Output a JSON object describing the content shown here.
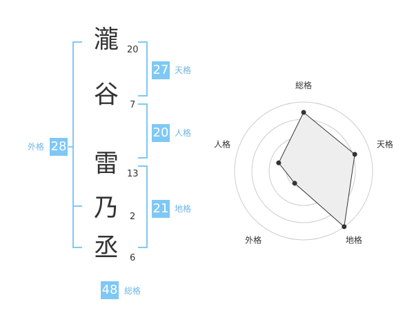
{
  "name": {
    "chars": [
      {
        "char": "瀧",
        "strokes": "20"
      },
      {
        "char": "谷",
        "strokes": "7"
      },
      {
        "char": "雷",
        "strokes": "13"
      },
      {
        "char": "乃",
        "strokes": "2"
      },
      {
        "char": "丞",
        "strokes": "6"
      }
    ]
  },
  "fortunes": {
    "tenkaku": {
      "value": "27",
      "label": "天格"
    },
    "jinkaku": {
      "value": "20",
      "label": "人格"
    },
    "chikaku": {
      "value": "21",
      "label": "地格"
    },
    "gaikaku": {
      "value": "28",
      "label": "外格"
    },
    "soukaku": {
      "value": "48",
      "label": "総格"
    }
  },
  "colors": {
    "accent": "#7ec8f5",
    "accent_text": "#6fb6e6",
    "radar_fill": "#eeeeee",
    "grid": "#cccccc"
  },
  "chart_data": {
    "type": "radar",
    "axes": [
      "総格",
      "天格",
      "地格",
      "外格",
      "人格"
    ],
    "values": [
      0.85,
      0.78,
      1.0,
      0.22,
      0.38
    ],
    "rings": 4
  }
}
